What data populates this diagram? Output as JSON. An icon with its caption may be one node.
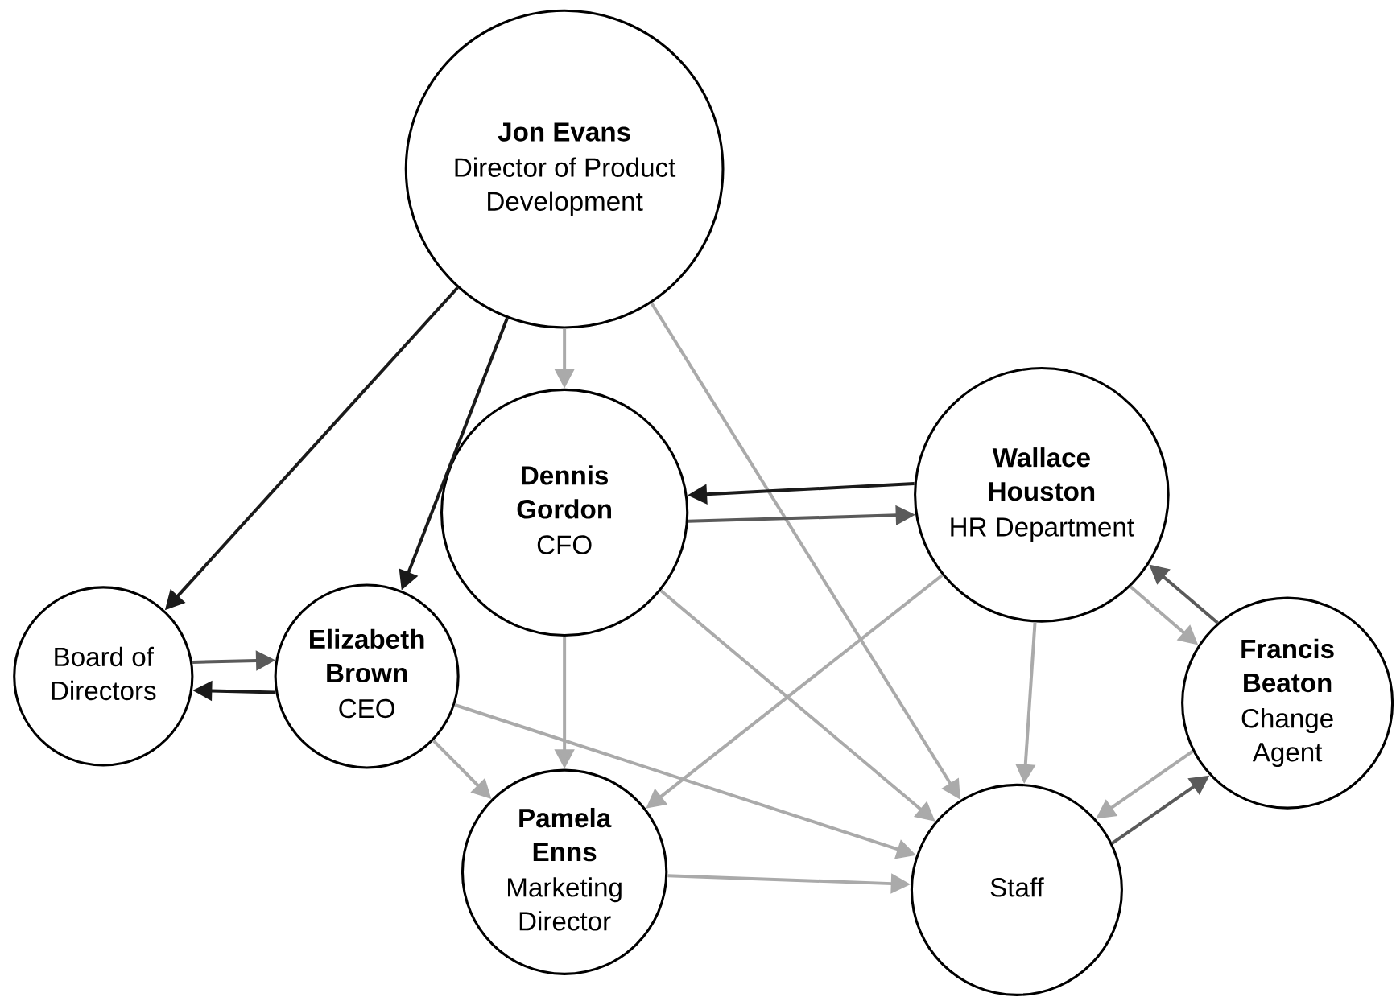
{
  "diagram": {
    "nodes": [
      {
        "text": [
          "Jon Evans",
          "Director of Product Development"
        ]
      },
      {
        "text": [
          "Dennis Gordon",
          "CFO"
        ]
      },
      {
        "text": [
          "Wallace Houston",
          "HR Department"
        ]
      },
      {
        "text": [
          "Board of Directors"
        ]
      },
      {
        "text": [
          "Elizabeth Brown",
          "CEO"
        ]
      },
      {
        "text": [
          "Francis Beaton",
          "Change Agent"
        ]
      },
      {
        "text": [
          "Pamela Enns",
          "Marketing Director"
        ]
      },
      {
        "text": [
          "Staff"
        ]
      }
    ],
    "edges": [
      {
        "from": 0,
        "to": 3,
        "arrow": "to",
        "color": "#1a1a1a"
      },
      {
        "from": 0,
        "to": 4,
        "arrow": "to",
        "color": "#1a1a1a"
      },
      {
        "from": 0,
        "to": 1,
        "arrow": "to"
      },
      {
        "from": 0,
        "to": 7,
        "arrow": "to"
      },
      {
        "from": 2,
        "to": 1,
        "arrow": "to",
        "color": "#1a1a1a"
      },
      {
        "from": 1,
        "to": 2,
        "arrow": "to",
        "color": "#5a5a5a"
      },
      {
        "from": 3,
        "to": 4,
        "arrow": "to",
        "color": "#5a5a5a"
      },
      {
        "from": 4,
        "to": 3,
        "arrow": "to",
        "color": "#1a1a1a"
      },
      {
        "from": 1,
        "to": 6,
        "arrow": "to"
      },
      {
        "from": 1,
        "to": 7,
        "arrow": "to"
      },
      {
        "from": 2,
        "to": 6,
        "arrow": "to"
      },
      {
        "from": 2,
        "to": 7,
        "arrow": "to"
      },
      {
        "from": 2,
        "to": 5,
        "arrow": "to"
      },
      {
        "from": 5,
        "to": 2,
        "arrow": "to",
        "color": "#5a5a5a"
      },
      {
        "from": 5,
        "to": 7,
        "arrow": "to"
      },
      {
        "from": 7,
        "to": 5,
        "arrow": "to",
        "color": "#5a5a5a"
      },
      {
        "from": 4,
        "to": 6,
        "arrow": "to"
      },
      {
        "from": 4,
        "to": 7,
        "arrow": "to"
      },
      {
        "from": 6,
        "to": 7,
        "arrow": "to"
      }
    ]
  }
}
